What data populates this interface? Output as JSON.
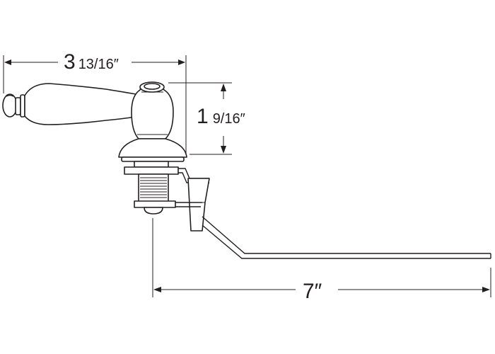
{
  "dimensions": {
    "width": {
      "whole": "3",
      "fraction": "13/16″"
    },
    "height": {
      "whole": "1",
      "fraction": "9/16″"
    },
    "arm_length": {
      "whole": "7″"
    }
  }
}
